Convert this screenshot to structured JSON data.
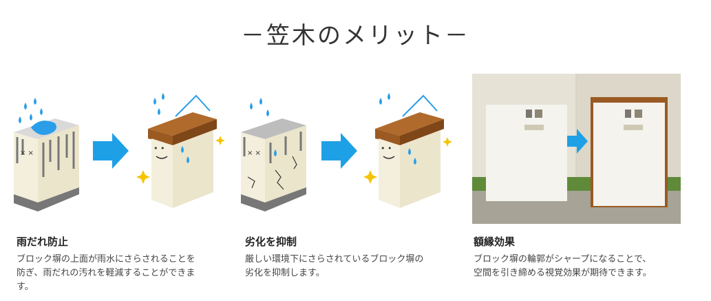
{
  "page": {
    "title": "－笠木のメリット－"
  },
  "merits": [
    {
      "heading": "雨だれ防止",
      "desc_lines": [
        "ブロック塀の上面が雨水にさらされることを",
        "防ぎ、雨だれの汚れを軽減することができま",
        "す。"
      ]
    },
    {
      "heading": "劣化を抑制",
      "desc_lines": [
        "厳しい環境下にさらされているブロック塀の",
        "劣化を抑制します。"
      ]
    },
    {
      "heading": "額縁効果",
      "desc_lines": [
        "ブロック塀の輪郭がシャープになることで、",
        "空間を引き締める視覚効果が期待できます。"
      ]
    }
  ],
  "colors": {
    "arrow": "#1ea0e6",
    "wall": "#f3efdc",
    "coping": "#9a5a22",
    "rain": "#2a9ee8",
    "sparkle": "#f5c400"
  },
  "icons": [
    "raindrop-icon",
    "arrow-right-icon",
    "sparkle-icon"
  ]
}
